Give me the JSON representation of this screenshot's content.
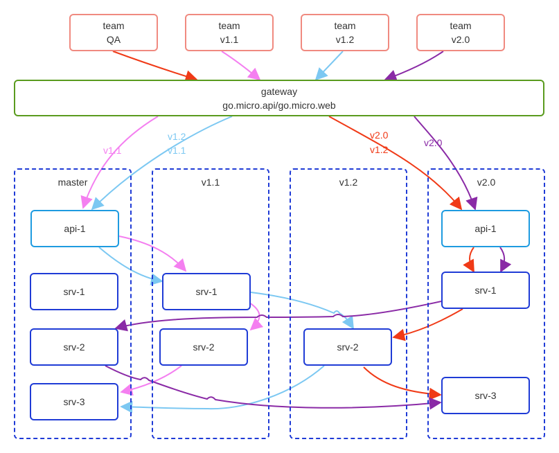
{
  "teams": [
    {
      "line1": "team",
      "line2": "QA"
    },
    {
      "line1": "team",
      "line2": "v1.1"
    },
    {
      "line1": "team",
      "line2": "v1.2"
    },
    {
      "line1": "team",
      "line2": "v2.0"
    }
  ],
  "gateway": {
    "line1": "gateway",
    "line2": "go.micro.api/go.micro.web"
  },
  "groups": {
    "master": "master",
    "v11": "v1.1",
    "v12": "v1.2",
    "v20": "v2.0"
  },
  "nodes": {
    "master_api1": "api-1",
    "master_srv1": "srv-1",
    "master_srv2": "srv-2",
    "master_srv3": "srv-3",
    "v11_srv1": "srv-1",
    "v11_srv2": "srv-2",
    "v12_srv2": "srv-2",
    "v20_api1": "api-1",
    "v20_srv1": "srv-1",
    "v20_srv3": "srv-3"
  },
  "edge_labels": {
    "pink_v11": "v1.1",
    "blue_v12": "v1.2",
    "blue_v11": "v1.1",
    "red_v20": "v2.0",
    "red_v12": "v1.2",
    "purple_v20": "v2.0"
  },
  "colors": {
    "red": "#f03a17",
    "pink": "#f47ff0",
    "blue": "#7cc8f2",
    "purple": "#8a2aa6",
    "team_border": "#f08a80",
    "gateway_border": "#5a9b1e",
    "api_border": "#1e9be0",
    "srv_border": "#1f3bd6"
  }
}
